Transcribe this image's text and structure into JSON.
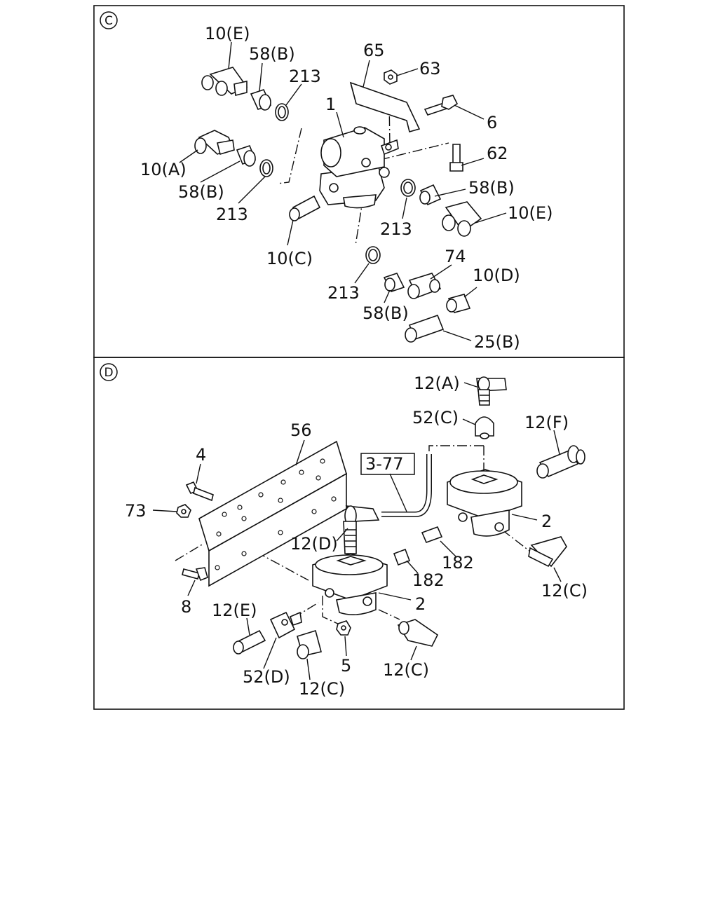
{
  "panels": [
    {
      "id": "C",
      "callouts": [
        "10(E)",
        "58(B)",
        "213",
        "65",
        "63",
        "1",
        "6",
        "62",
        "10(A)",
        "58(B)",
        "213",
        "58(B)",
        "10(E)",
        "213",
        "10(C)",
        "74",
        "10(D)",
        "213",
        "58(B)",
        "25(B)"
      ]
    },
    {
      "id": "D",
      "callouts": [
        "12(A)",
        "52(C)",
        "12(F)",
        "3-77",
        "56",
        "4",
        "73",
        "2",
        "12(D)",
        "182",
        "182",
        "12(C)",
        "8",
        "2",
        "12(E)",
        "52(D)",
        "5",
        "12(C)",
        "12(C)"
      ]
    }
  ],
  "icons": [
    "circled-letter-c",
    "circled-letter-d",
    "air-valve",
    "elbow-fitting",
    "adapter-nut",
    "seal-ring",
    "bracket",
    "bolt",
    "nut",
    "hose-pipe"
  ]
}
